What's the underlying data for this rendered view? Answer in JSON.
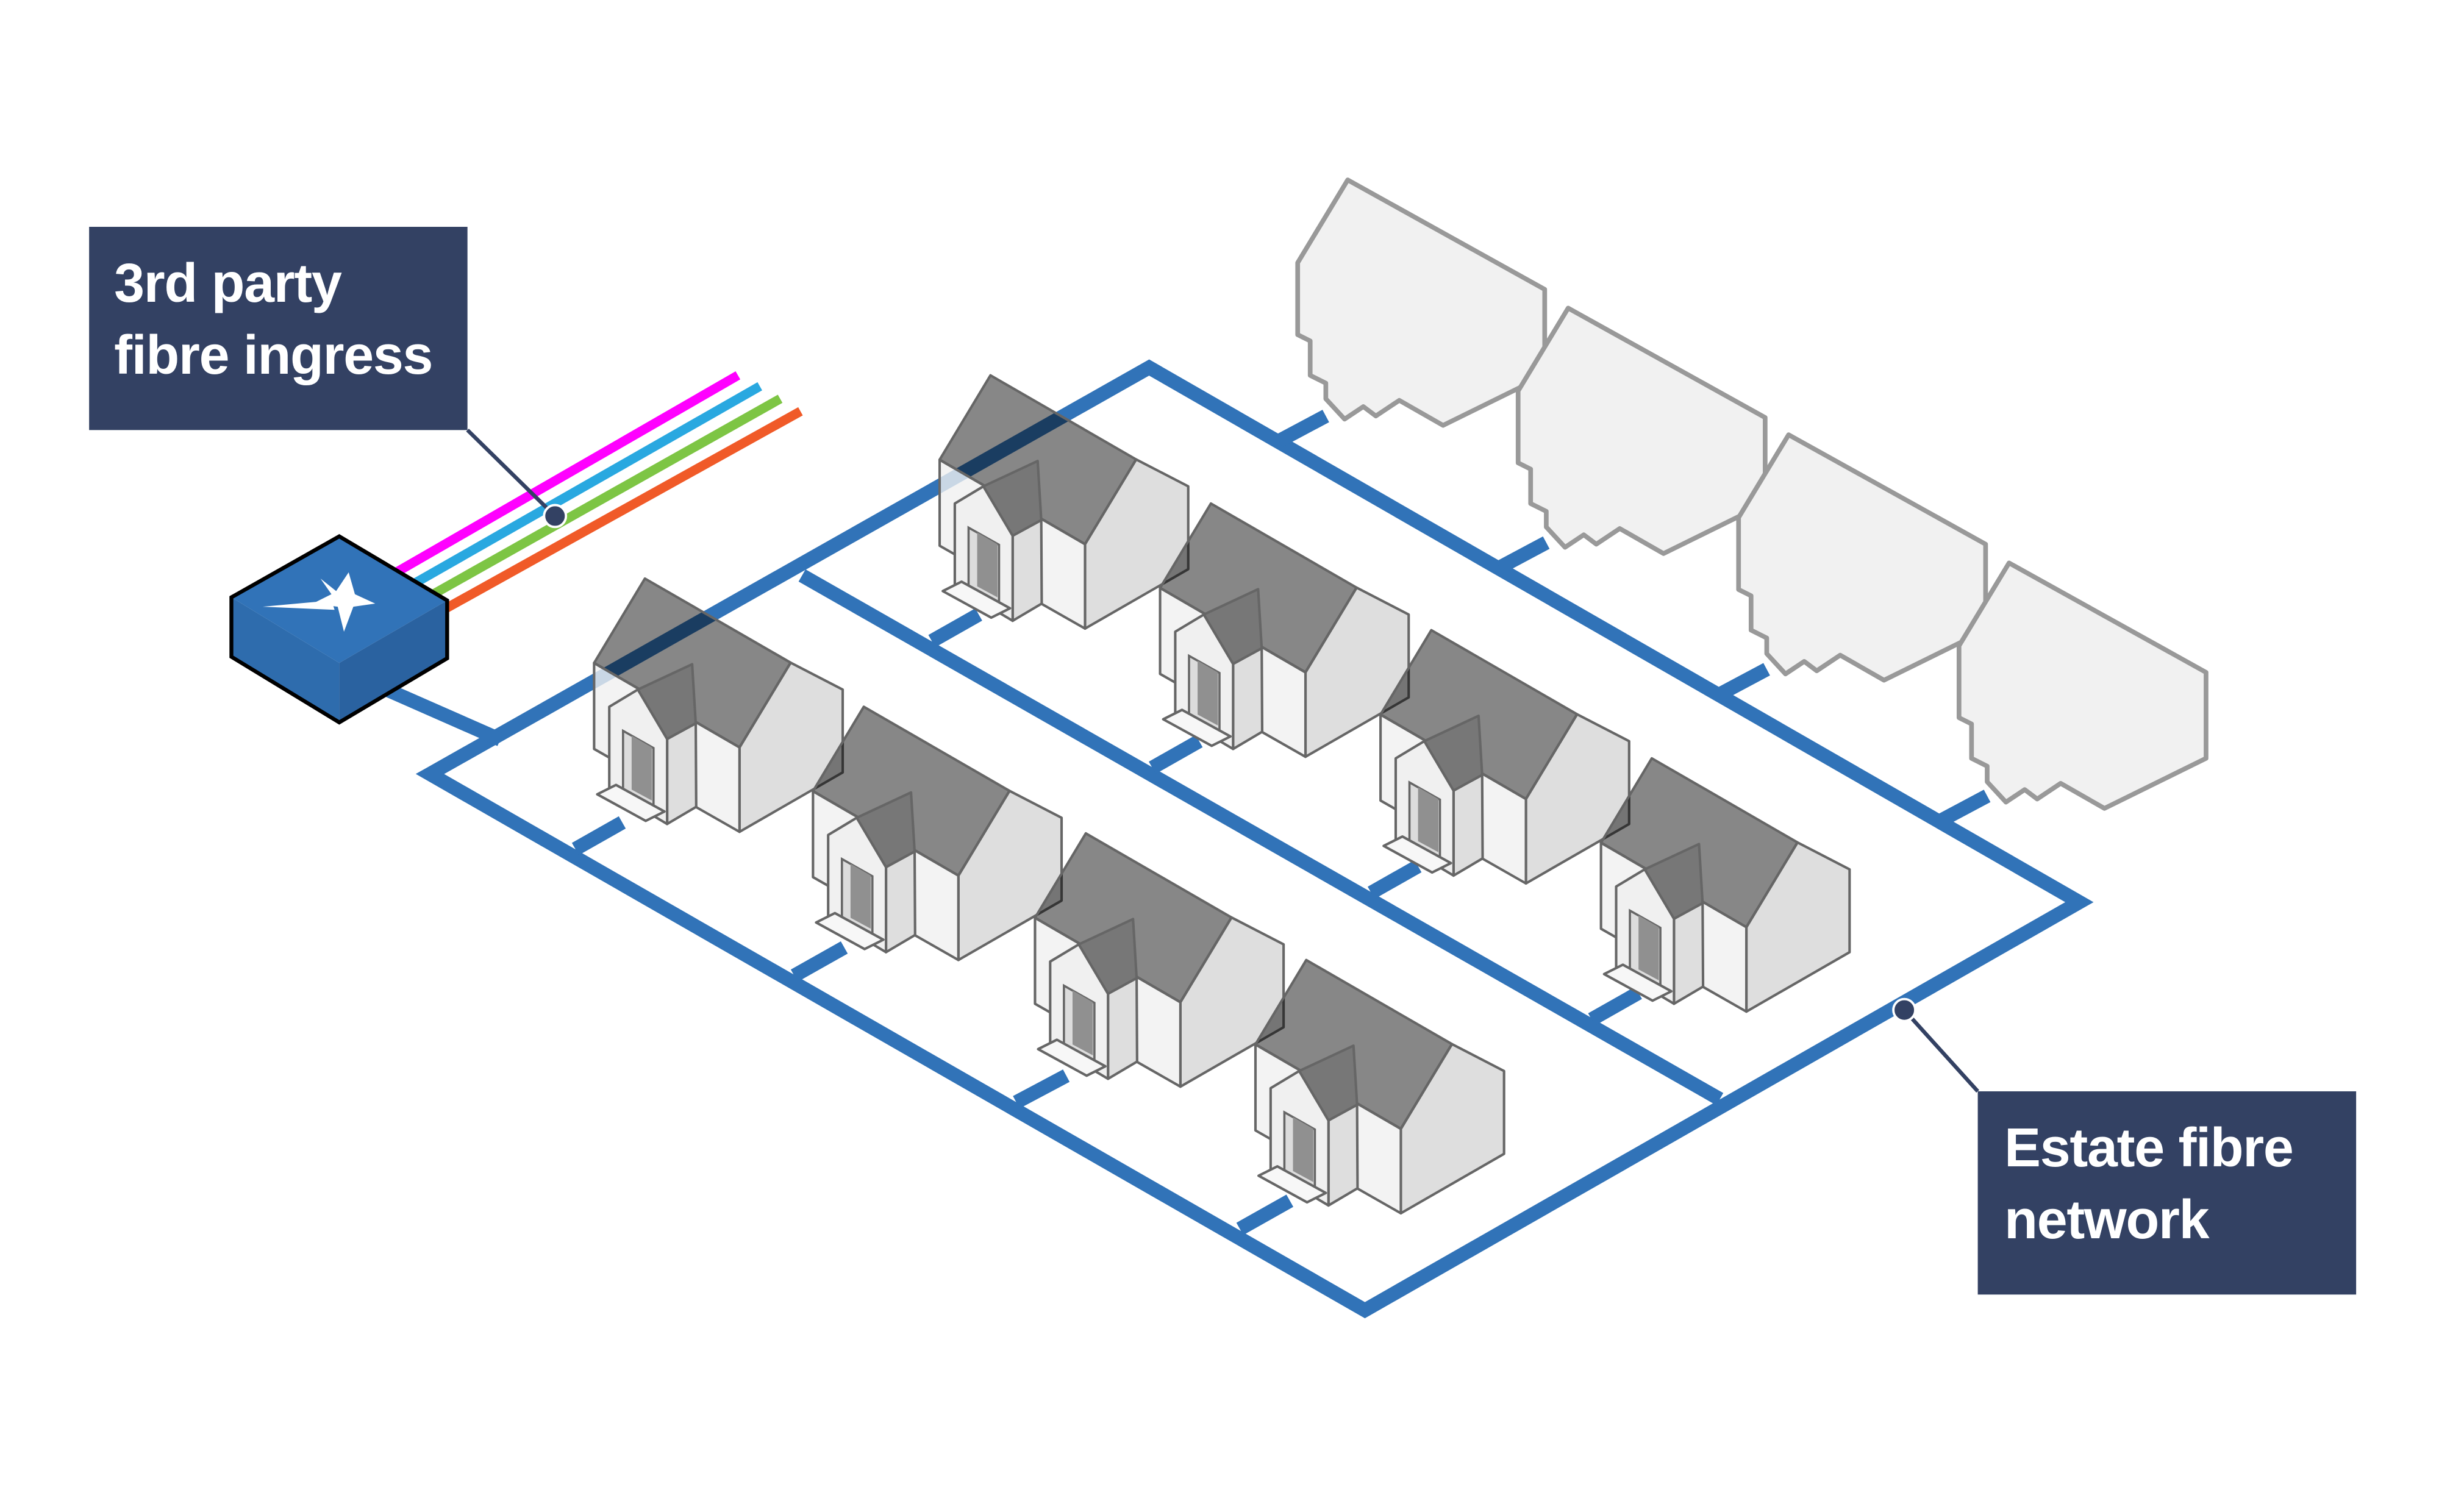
{
  "callouts": {
    "ingress": {
      "line1": "3rd party",
      "line2": "fibre ingress"
    },
    "network": {
      "line1": "Estate fibre",
      "line2": "network"
    }
  },
  "colors": {
    "network": "#3173b8",
    "callout_bg": "#334163",
    "fibres": [
      "#ff00ff",
      "#29a8e0",
      "#7dc544",
      "#f05a28"
    ],
    "roof": "#868686",
    "wall_light": "#f0f0f0",
    "wall_shade": "#dedede"
  },
  "icons": {
    "hub": "star-logo-icon"
  }
}
